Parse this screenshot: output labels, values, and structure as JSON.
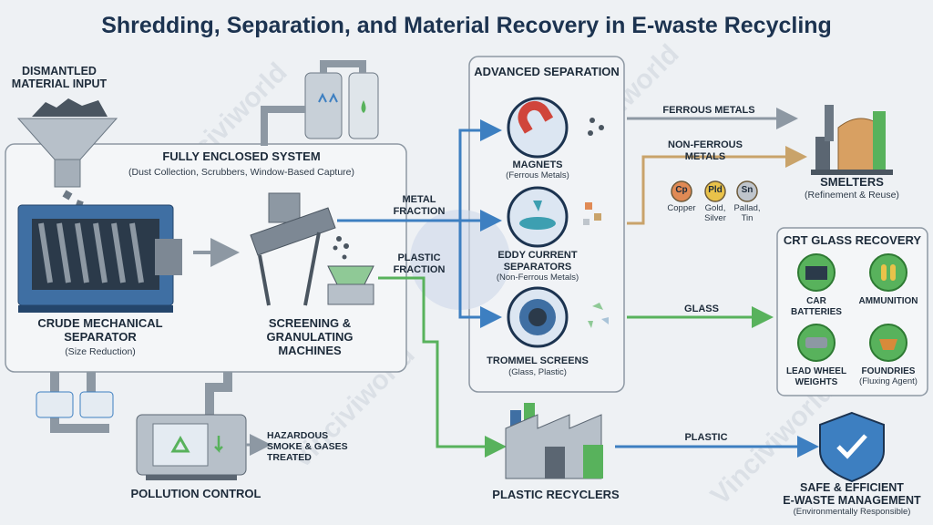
{
  "title": "Shredding, Separation, and Material Recovery in E-waste Recycling",
  "watermark": "Vinciviworld",
  "input": {
    "label": "DISMANTLED\nMATERIAL INPUT"
  },
  "enclosed": {
    "title": "FULLY ENCLOSED SYSTEM",
    "subtitle": "(Dust Collection, Scrubbers, Window-Based Capture)"
  },
  "crude": {
    "title": "CRUDE MECHANICAL\nSEPARATOR",
    "subtitle": "(Size Reduction)"
  },
  "screening": {
    "title": "SCREENING &\nGRANULATING\nMACHINES"
  },
  "pollution": {
    "title": "POLLUTION CONTROL",
    "note": "HAZARDOUS\nSMOKE & GASES\nTREATED"
  },
  "fractions": {
    "metal": "METAL\nFRACTION",
    "plastic": "PLASTIC\nFRACTION"
  },
  "advanced": {
    "title": "ADVANCED SEPARATION",
    "magnets": {
      "title": "MAGNETS",
      "subtitle": "(Ferrous Metals)"
    },
    "eddy": {
      "title": "EDDY CURRENT\nSEPARATORS",
      "subtitle": "(Non-Ferrous Metals)"
    },
    "trommel": {
      "title": "TROMMEL SCREENS",
      "subtitle": "(Glass, Plastic)"
    }
  },
  "flows": {
    "ferrous": "FERROUS METALS",
    "nonferrous": "NON-FERROUS\nMETALS",
    "glass": "GLASS",
    "plastic": "PLASTIC"
  },
  "metals": [
    {
      "symbol": "Cp",
      "name": "Copper",
      "color": "#e08a55"
    },
    {
      "symbol": "Pld",
      "name": "Gold,\nSilver",
      "color": "#e9c24a"
    },
    {
      "symbol": "Sn",
      "name": "Pallad,\nTin",
      "color": "#bfc5cc"
    }
  ],
  "smelters": {
    "title": "SMELTERS",
    "subtitle": "(Refinement & Reuse)"
  },
  "crt": {
    "title": "CRT GLASS RECOVERY",
    "items": [
      {
        "label": "CAR\nBATTERIES",
        "icon": "battery-icon"
      },
      {
        "label": "AMMUNITION",
        "icon": "ammunition-icon"
      },
      {
        "label": "LEAD WHEEL\nWEIGHTS",
        "icon": "wheel-weights-icon"
      },
      {
        "label": "FOUNDRIES",
        "sublabel": "(Fluxing Agent)",
        "icon": "foundry-icon"
      }
    ]
  },
  "plastic_recyclers": {
    "title": "PLASTIC RECYCLERS"
  },
  "safe": {
    "title": "SAFE & EFFICIENT\nE-WASTE MANAGEMENT",
    "subtitle": "(Environmentally Responsible)"
  },
  "colors": {
    "blue": "#3d7fc1",
    "green": "#58b25c",
    "tan": "#c9a36a",
    "gray": "#8d98a3",
    "navy": "#1c3350"
  }
}
